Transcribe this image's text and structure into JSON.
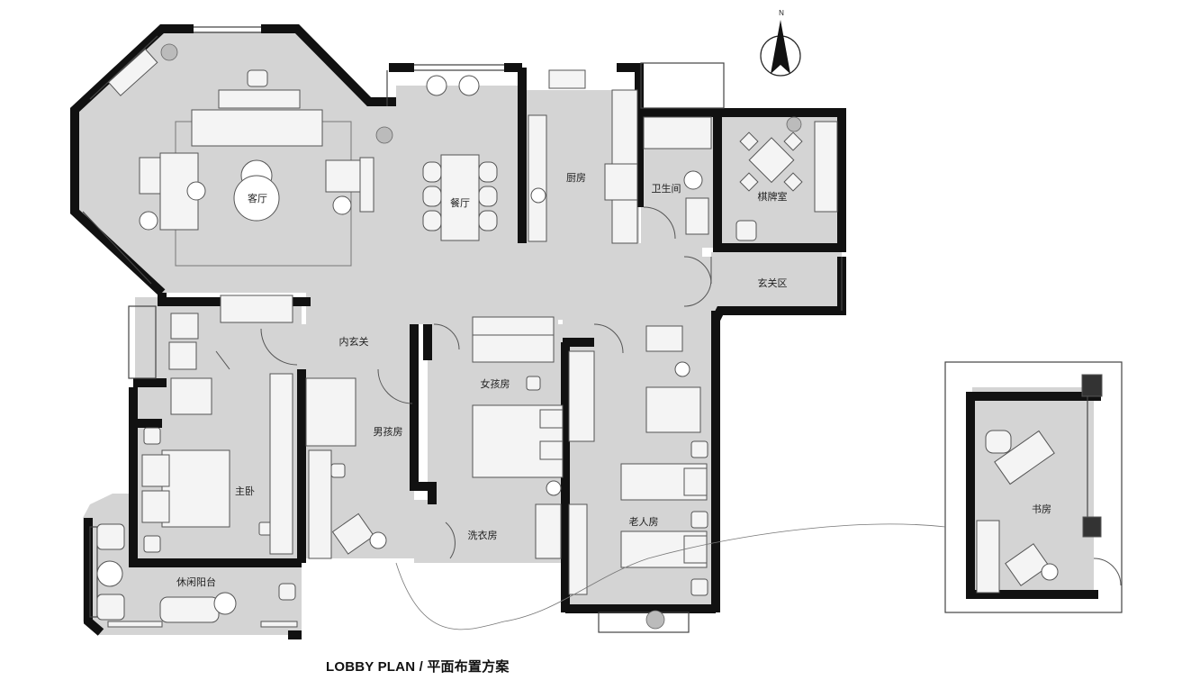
{
  "caption": "LOBBY PLAN / 平面布置方案",
  "compass": {
    "north_mark": "N"
  },
  "rooms": {
    "living_room": "客厅",
    "dining_room": "餐厅",
    "kitchen": "厨房",
    "bathroom": "卫生间",
    "mahjong_room": "棋牌室",
    "entrance": "玄关区",
    "inner_entrance": "内玄关",
    "girls_room": "女孩房",
    "boys_room": "男孩房",
    "master_bedroom": "主卧",
    "elder_room": "老人房",
    "laundry": "洗衣房",
    "leisure_balcony": "休闲阳台",
    "study": "书房"
  }
}
